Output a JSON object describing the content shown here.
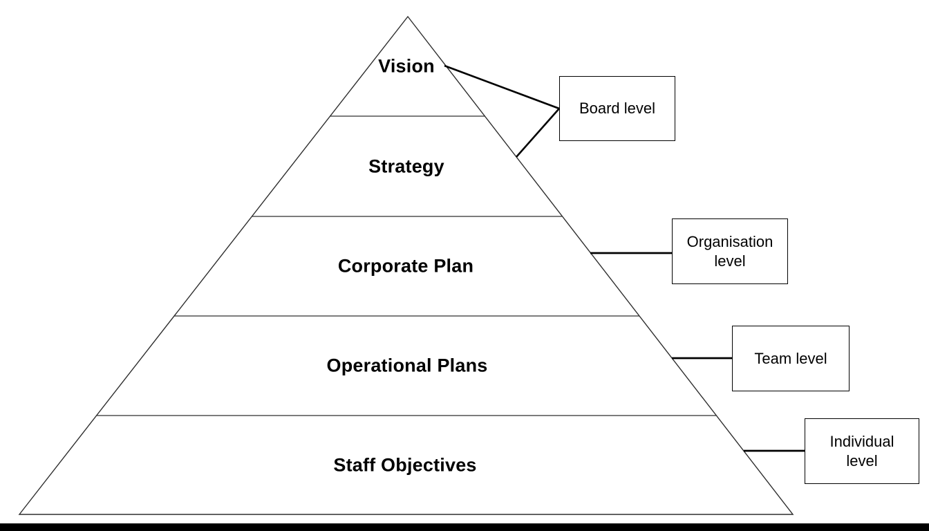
{
  "colors": {
    "background": "#ffffff",
    "line": "#000000",
    "pyramid_line": "#2e2e2e",
    "bottom_bar": "#000000",
    "text": "#000000"
  },
  "pyramid": {
    "levels": [
      {
        "label": "Vision"
      },
      {
        "label": "Strategy"
      },
      {
        "label": "Corporate Plan"
      },
      {
        "label": "Operational Plans"
      },
      {
        "label": "Staff Objectives"
      }
    ]
  },
  "side_boxes": [
    {
      "label": "Board level"
    },
    {
      "label": "Organisation level"
    },
    {
      "label": "Team level"
    },
    {
      "label": "Individual level"
    }
  ]
}
